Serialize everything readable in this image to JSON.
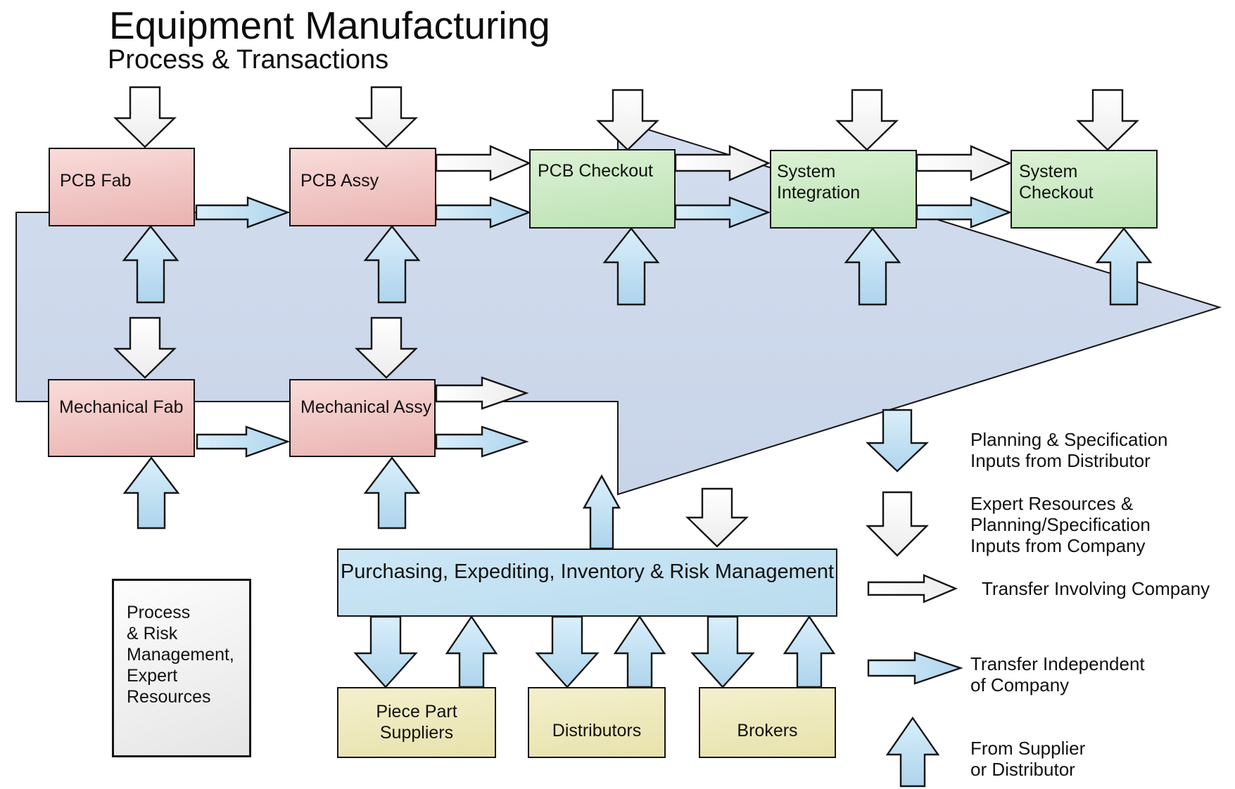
{
  "title": "Equipment Manufacturing",
  "subtitle": "Process & Transactions",
  "nodes": {
    "pcb_fab": "PCB Fab",
    "pcb_assy": "PCB Assy",
    "pcb_checkout": "PCB Checkout",
    "system_integration": "System Integration",
    "system_checkout": "System Checkout",
    "mechanical_fab": "Mechanical Fab",
    "mechanical_assy": "Mechanical Assy",
    "purchasing_bar": "Purchasing, Expediting, Inventory & Risk Management",
    "piece_part_suppliers": "Piece Part\nSuppliers",
    "distributors": "Distributors",
    "brokers": "Brokers",
    "process_risk_note": "Process\n& Risk\nManagement,\nExpert\nResources"
  },
  "legend": [
    {
      "icon": "blue-down-arrow",
      "label": "Planning & Specification\nInputs from Distributor"
    },
    {
      "icon": "white-down-arrow",
      "label": "Expert Resources &\nPlanning/Specification\nInputs from Company"
    },
    {
      "icon": "white-right-arrow",
      "label": "Transfer Involving Company"
    },
    {
      "icon": "blue-right-arrow",
      "label": "Transfer Independent\nof Company"
    },
    {
      "icon": "blue-up-arrow",
      "label": "From Supplier\nor Distributor"
    }
  ],
  "colors": {
    "pink_light": "#f9dcda",
    "pink_dark": "#e9b3b1",
    "green_light": "#dbf2d4",
    "green_dark": "#bce2b4",
    "yellow_light": "#f4f0cd",
    "yellow_dark": "#e7e2ab",
    "bar_light": "#cde7f6",
    "bar_dark": "#b9dcee",
    "note_light": "#fdfdfd",
    "note_dark": "#e5e5e5",
    "big_arrow_fill": "#cdd9eb",
    "blue_arrow_light": "#d9effb",
    "blue_arrow_dark": "#aed4ec",
    "white_arrow_light": "#ffffff",
    "white_arrow_dark": "#ececec",
    "outline": "#141414"
  }
}
